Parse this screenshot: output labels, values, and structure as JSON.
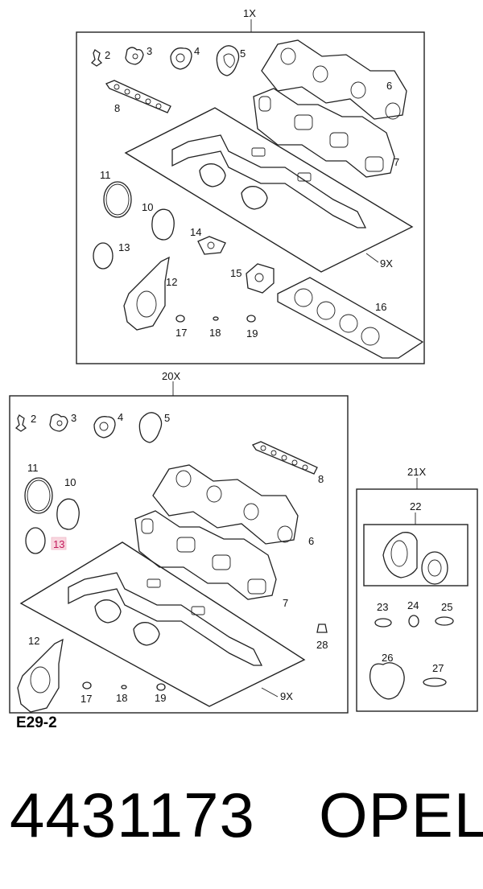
{
  "figure_code": "E29-2",
  "part_number": "4431173",
  "brand": "OPEL",
  "highlight_color": "#f4b7c6",
  "kits": [
    {
      "qty_label": "1X",
      "parts": {
        "p2": "2",
        "p3": "3",
        "p4": "4",
        "p5": "5",
        "p6": "6",
        "p7": "7",
        "p8": "8",
        "p9": "9X",
        "p10": "10",
        "p11": "11",
        "p12": "12",
        "p13": "13",
        "p14": "14",
        "p15": "15",
        "p16": "16",
        "p17": "17",
        "p18": "18",
        "p19": "19"
      }
    },
    {
      "qty_label": "20X",
      "parts": {
        "p2": "2",
        "p3": "3",
        "p4": "4",
        "p5": "5",
        "p6": "6",
        "p7": "7",
        "p8": "8",
        "p9": "9X",
        "p10": "10",
        "p11": "11",
        "p12": "12",
        "p13": "13",
        "p17": "17",
        "p18": "18",
        "p19": "19",
        "p28": "28"
      }
    },
    {
      "qty_label": "21X",
      "parts": {
        "p22": "22",
        "p23": "23",
        "p24": "24",
        "p25": "25",
        "p26": "26",
        "p27": "27"
      }
    }
  ]
}
